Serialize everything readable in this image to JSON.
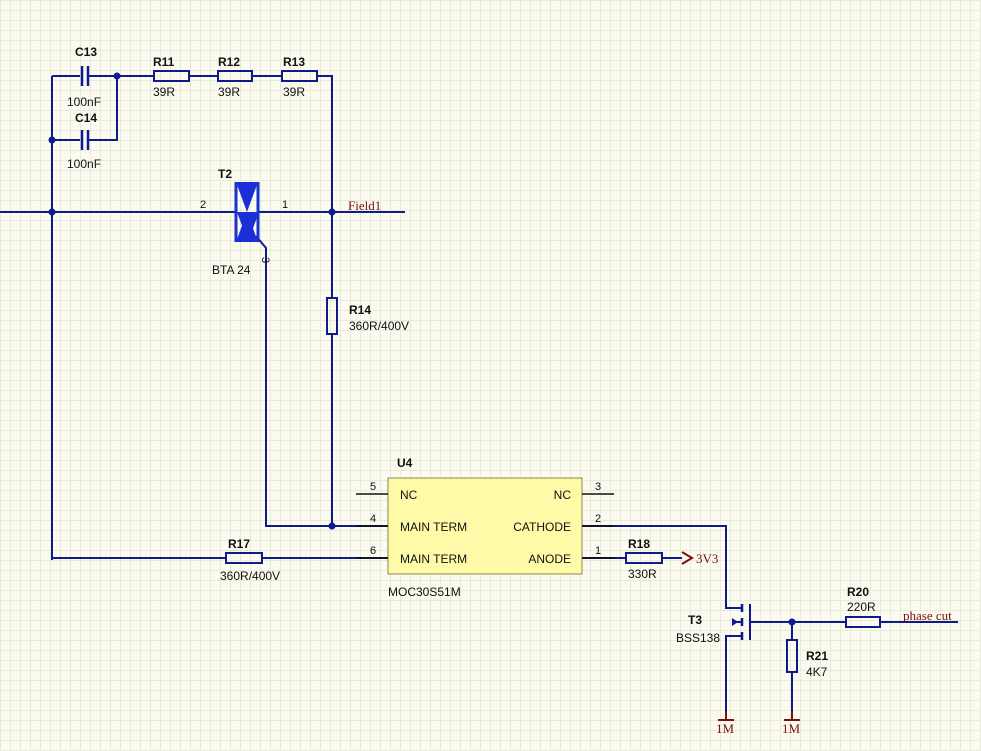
{
  "components": {
    "c13": {
      "ref": "C13",
      "value": "100nF"
    },
    "c14": {
      "ref": "C14",
      "value": "100nF"
    },
    "r11": {
      "ref": "R11",
      "value": "39R"
    },
    "r12": {
      "ref": "R12",
      "value": "39R"
    },
    "r13": {
      "ref": "R13",
      "value": "39R"
    },
    "t2": {
      "ref": "T2",
      "value": "BTA 24",
      "pin1": "1",
      "pin2": "2",
      "pin3": "3"
    },
    "r14": {
      "ref": "R14",
      "value": "360R/400V"
    },
    "u4": {
      "ref": "U4",
      "part": "MOC30S51M",
      "pins": [
        {
          "num": "5",
          "name": "NC"
        },
        {
          "num": "4",
          "name": "MAIN TERM"
        },
        {
          "num": "6",
          "name": "MAIN TERM"
        },
        {
          "num": "3",
          "name": "NC"
        },
        {
          "num": "2",
          "name": "CATHODE"
        },
        {
          "num": "1",
          "name": "ANODE"
        }
      ]
    },
    "r17": {
      "ref": "R17",
      "value": "360R/400V"
    },
    "r18": {
      "ref": "R18",
      "value": "330R"
    },
    "t3": {
      "ref": "T3",
      "value": "BSS138"
    },
    "r20": {
      "ref": "R20",
      "value": "220R"
    },
    "r21": {
      "ref": "R21",
      "value": "4K7"
    }
  },
  "nets": {
    "field": "Field1",
    "vcc": "3V3",
    "phase": "phase cut",
    "gnd1": "1M",
    "gnd2": "1M"
  },
  "colors": {
    "wire": "#0f1a8c",
    "triac": "#1a2fd6",
    "ic_fill": "#fffaa8",
    "net_label": "#7a1010"
  }
}
